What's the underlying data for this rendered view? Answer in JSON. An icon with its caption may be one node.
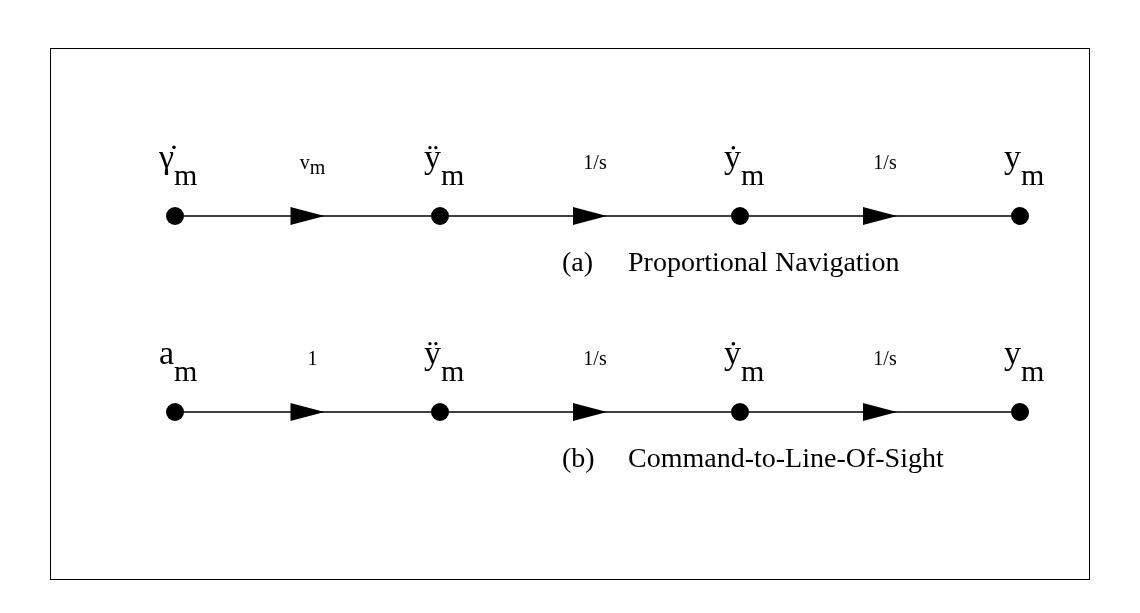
{
  "diagram": {
    "nodes": [
      {
        "text": [],
        "shape": "circle",
        "beside": [
          "γ̇$_{m}$"
        ]
      },
      {
        "text": [],
        "shape": "circle",
        "beside": [
          "ÿ$_{m}$"
        ]
      },
      {
        "text": [],
        "shape": "circle",
        "beside": [
          "ẏ$_{m}$"
        ]
      },
      {
        "text": [],
        "shape": "circle",
        "beside": [
          "y$_{m}$"
        ]
      },
      {
        "text": [],
        "shape": "circle",
        "beside": [
          "a$_{m}$"
        ]
      },
      {
        "text": [],
        "shape": "circle",
        "beside": [
          "ÿ$_{m}$"
        ]
      },
      {
        "text": [],
        "shape": "circle",
        "beside": [
          "ẏ$_{m}$"
        ]
      },
      {
        "text": [],
        "shape": "circle",
        "beside": [
          "y$_{m}$"
        ]
      }
    ],
    "edges": [
      {
        "from": 0,
        "to": 1,
        "arrow": "to",
        "label": "v$_{m}$"
      },
      {
        "from": 1,
        "to": 2,
        "arrow": "to",
        "label": "1/s"
      },
      {
        "from": 2,
        "to": 3,
        "arrow": "to",
        "label": "1/s"
      },
      {
        "from": 4,
        "to": 5,
        "arrow": "to",
        "label": "1"
      },
      {
        "from": 5,
        "to": 6,
        "arrow": "to",
        "label": "1/s"
      },
      {
        "from": 6,
        "to": 7,
        "arrow": "to",
        "label": "1/s"
      }
    ],
    "labels": [
      "(a)",
      "Proportional Navigation",
      "(b)",
      "Command-to-Line-Of-Sight"
    ]
  }
}
